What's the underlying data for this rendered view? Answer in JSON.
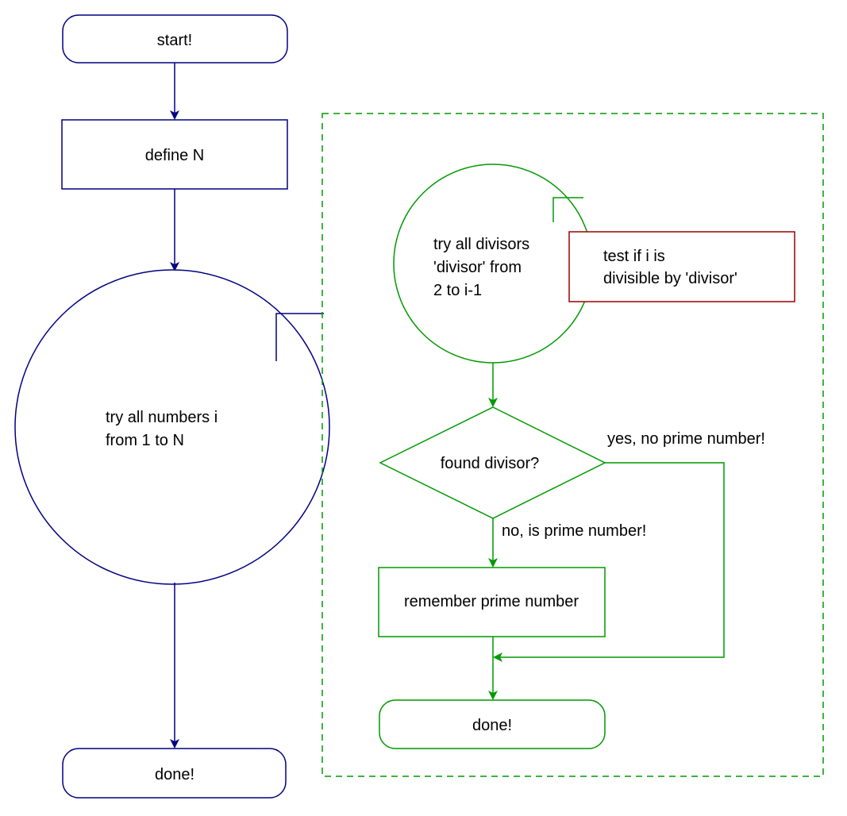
{
  "colors": {
    "outer_flow": "#000080",
    "inner_flow": "#009900",
    "note_border": "#990000",
    "text": "#000000",
    "background": "#ffffff"
  },
  "outer": {
    "start_label": "start!",
    "define_label": "define N",
    "loop_label_line1": "try all numbers i",
    "loop_label_line2": "from 1 to N",
    "done_label": "done!"
  },
  "inner": {
    "loop_label_line1": "try all divisors",
    "loop_label_line2": "'divisor' from",
    "loop_label_line3": "2 to i-1",
    "note_line1": "test if i is",
    "note_line2": "divisible by 'divisor'",
    "decision_label": "found divisor?",
    "yes_label": "yes, no prime number!",
    "no_label": "no, is prime number!",
    "remember_label": "remember prime number",
    "done_label": "done!"
  }
}
